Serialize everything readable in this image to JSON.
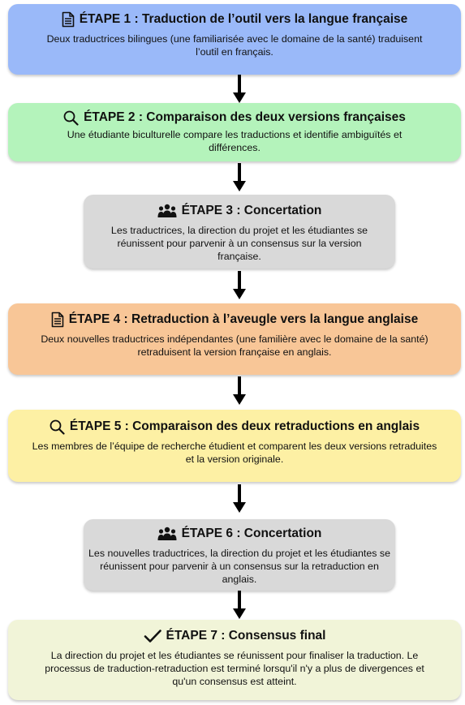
{
  "steps": [
    {
      "title": "ÉTAPE 1 : Traduction de l’outil vers la langue française",
      "icon": "document-icon",
      "desc": "Deux traductrices bilingues (une familiarisée avec le domaine de la santé) traduisent l’outil en français.",
      "color": "#9ab9f9"
    },
    {
      "title": "ÉTAPE 2 : Comparaison des deux versions françaises",
      "icon": "magnifier-icon",
      "desc": "Une étudiante biculturelle compare les traductions et identifie ambiguïtés et différences.",
      "color": "#b4f3bb"
    },
    {
      "title": "ÉTAPE 3 : Concertation",
      "icon": "group-icon",
      "desc": "Les traductrices, la direction du projet et les étudiantes se réunissent pour parvenir à un consensus sur la version française.",
      "color": "#d9d9d9"
    },
    {
      "title": "ÉTAPE 4 : Retraduction à l’aveugle vers la langue anglaise",
      "icon": "document-icon",
      "desc": "Deux nouvelles traductrices indépendantes (une familière avec le domaine de la santé) retraduisent la version française en anglais.",
      "color": "#f8c697"
    },
    {
      "title": "ÉTAPE 5 : Comparaison des deux retraductions en anglais",
      "icon": "magnifier-icon",
      "desc": "Les membres de l’équipe de recherche étudient et comparent les deux versions retraduites et la version originale.",
      "color": "#fdf0a4"
    },
    {
      "title": "ÉTAPE 6 : Concertation",
      "icon": "group-icon",
      "desc": "Les nouvelles traductrices, la direction du projet et les étudiantes se réunissent pour parvenir à un consensus sur la retraduction en anglais.",
      "color": "#d9d9d9"
    },
    {
      "title": "ÉTAPE 7 : Consensus final",
      "icon": "checkmark-icon",
      "desc": "La direction du projet et les étudiantes se réunissent pour finaliser la traduction. Le processus de traduction-retraduction est terminé lorsqu'il n'y a plus de divergences et qu'un consensus est atteint.",
      "color": "#f1f4d8"
    }
  ]
}
